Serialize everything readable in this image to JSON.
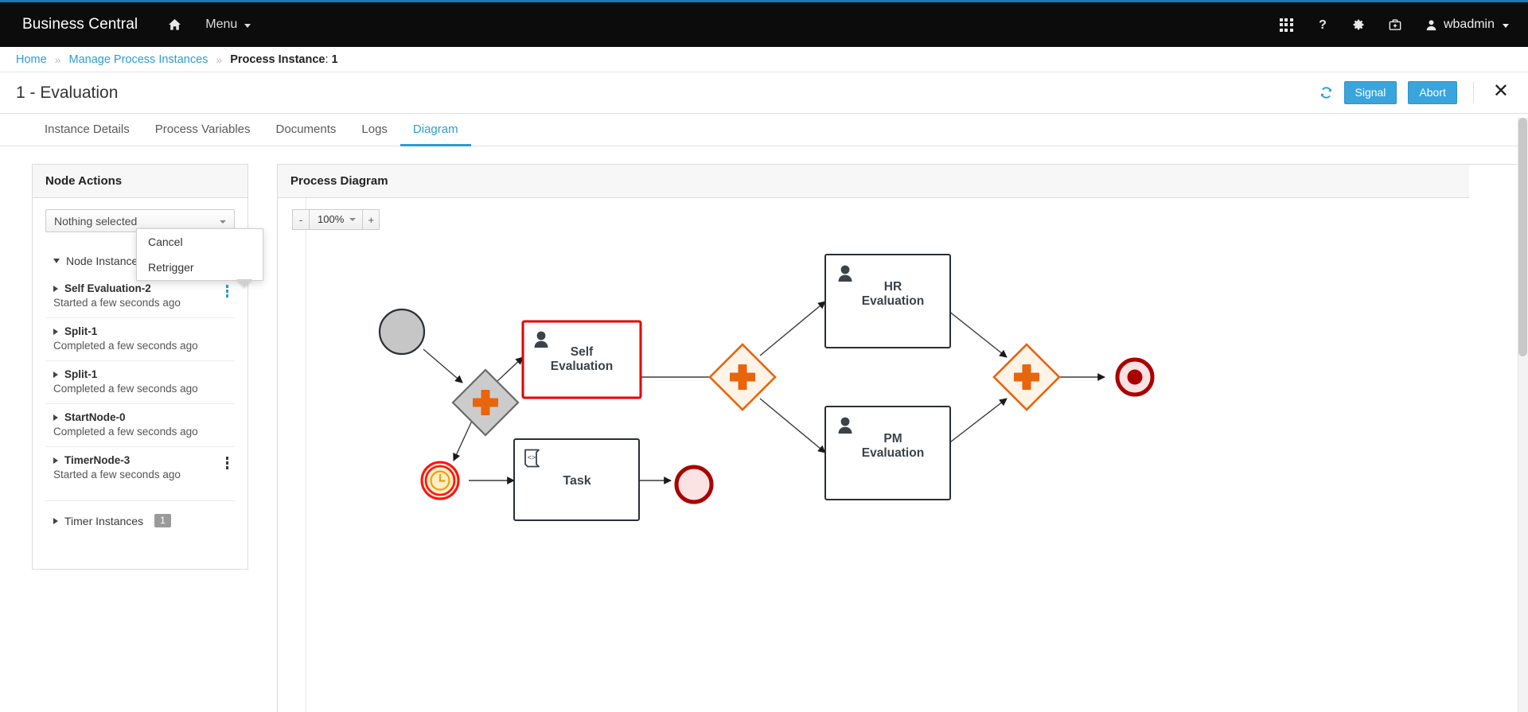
{
  "navbar": {
    "brand": "Business Central",
    "home_icon": "home-icon",
    "menu_label": "Menu",
    "icons": [
      "apps-grid-icon",
      "help-question-icon",
      "gear-icon",
      "toolbox-icon"
    ],
    "user": "wbadmin",
    "background": "#0c0c0c",
    "accent_top": "#1b7ab5"
  },
  "breadcrumb": {
    "items": [
      {
        "label": "Home",
        "link": true
      },
      {
        "label": "Manage Process Instances",
        "link": true
      },
      {
        "label": "Process Instance",
        "value": "1",
        "link": false
      }
    ],
    "separator": "»"
  },
  "title_bar": {
    "title": "1 - Evaluation",
    "refresh_icon": "refresh-icon",
    "signal_label": "Signal",
    "abort_label": "Abort",
    "close_icon": "close-icon",
    "button_color": "#39a5dc"
  },
  "tabs": [
    {
      "label": "Instance Details",
      "active": false
    },
    {
      "label": "Process Variables",
      "active": false
    },
    {
      "label": "Documents",
      "active": false
    },
    {
      "label": "Logs",
      "active": false
    },
    {
      "label": "Diagram",
      "active": true
    }
  ],
  "node_actions_panel": {
    "title": "Node Actions",
    "select_value": "Nothing selected",
    "sections": [
      {
        "label": "Node Instances",
        "expanded": true
      },
      {
        "label": "Timer Instances",
        "expanded": false,
        "badge": "1"
      }
    ],
    "node_instances": [
      {
        "name": "Self Evaluation-2",
        "status": "Started a few seconds ago",
        "kebab": true,
        "kebab_active": true
      },
      {
        "name": "Split-1",
        "status": "Completed a few seconds ago",
        "kebab": false,
        "kebab_active": false
      },
      {
        "name": "Split-1",
        "status": "Completed a few seconds ago",
        "kebab": false,
        "kebab_active": false
      },
      {
        "name": "StartNode-0",
        "status": "Completed a few seconds ago",
        "kebab": false,
        "kebab_active": false
      },
      {
        "name": "TimerNode-3",
        "status": "Started a few seconds ago",
        "kebab": true,
        "kebab_active": false
      }
    ],
    "context_menu": {
      "open": true,
      "items": [
        "Cancel",
        "Retrigger"
      ]
    }
  },
  "diagram_panel": {
    "title": "Process Diagram",
    "zoom": {
      "minus": "-",
      "level": "100%",
      "plus": "+"
    },
    "nodes": [
      {
        "id": "start",
        "type": "start-event",
        "label": "",
        "state": "completed"
      },
      {
        "id": "split-1",
        "type": "parallel-gateway",
        "label": "",
        "state": "completed"
      },
      {
        "id": "self-eval",
        "type": "user-task",
        "label": "Self Evaluation",
        "state": "active"
      },
      {
        "id": "timer",
        "type": "timer-event",
        "label": "",
        "state": "active"
      },
      {
        "id": "task",
        "type": "script-task",
        "label": "Task",
        "state": "idle"
      },
      {
        "id": "task-end",
        "type": "end-event",
        "label": "",
        "state": "idle"
      },
      {
        "id": "split-2",
        "type": "parallel-gateway",
        "label": "",
        "state": "active"
      },
      {
        "id": "hr-eval",
        "type": "user-task",
        "label": "HR Evaluation",
        "state": "idle"
      },
      {
        "id": "pm-eval",
        "type": "user-task",
        "label": "PM Evaluation",
        "state": "idle"
      },
      {
        "id": "join",
        "type": "parallel-gateway",
        "label": "",
        "state": "active"
      },
      {
        "id": "end",
        "type": "terminate-end-event",
        "label": "",
        "state": "idle"
      }
    ],
    "colors": {
      "active_stroke": "#e8650d",
      "active_fill": "#fdf3e7",
      "error_stroke": "#e30000",
      "end_stroke": "#aa0000",
      "end_fill": "#fbe3e3",
      "gateway_fill": "#cccccc",
      "start_fill": "#c6c6c6",
      "task_stroke": "#2a2f35",
      "timer_fill": "#fdeecb",
      "timer_ring": "#ff1111",
      "timer_icon": "#eaa300"
    }
  }
}
